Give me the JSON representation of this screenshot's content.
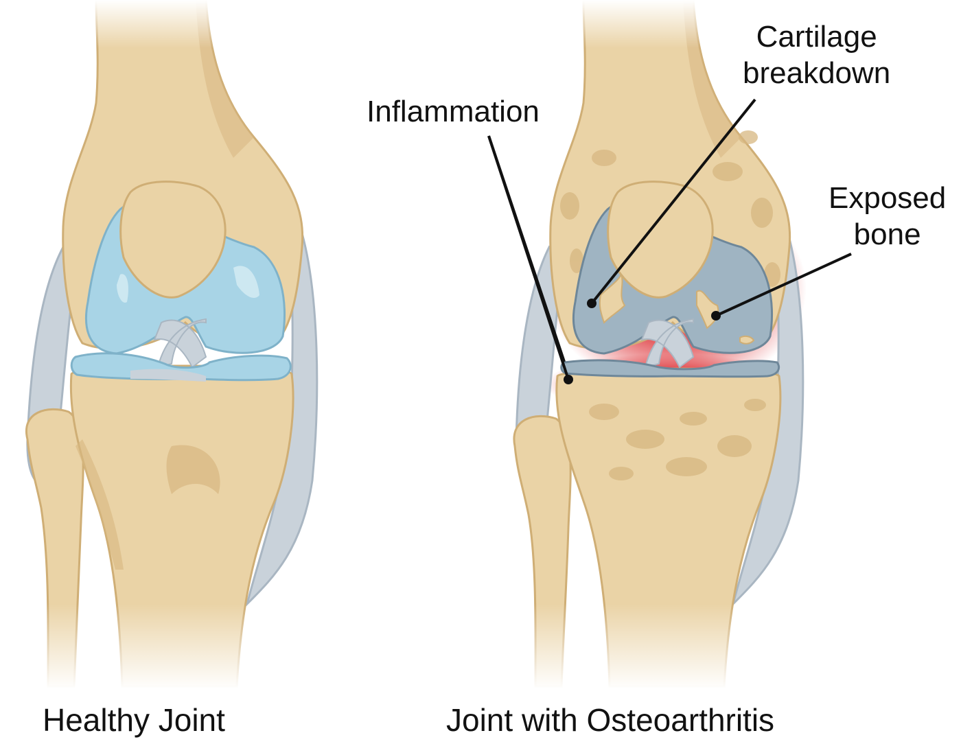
{
  "colors": {
    "bone": "#EAD3A6",
    "bone_shade": "#D7B781",
    "cartilage_healthy": "#A8D4E6",
    "cartilage_damaged": "#9FB4C2",
    "ligament": "#C9D2DA",
    "inflammation": "#E0464A",
    "leader_line": "#111111"
  },
  "captions": {
    "healthy": "Healthy Joint",
    "oa": "Joint with Osteoarthritis"
  },
  "callouts": {
    "inflammation": "Inflammation",
    "cartilage_line1": "Cartilage",
    "cartilage_line2": "breakdown",
    "exposed_line1": "Exposed",
    "exposed_line2": "bone"
  }
}
